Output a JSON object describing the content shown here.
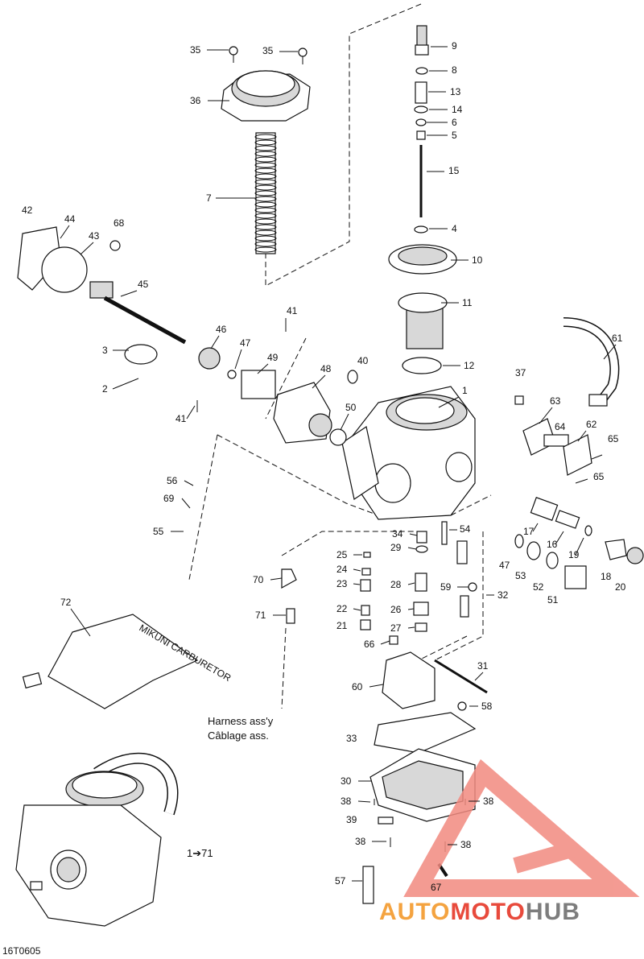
{
  "diagram": {
    "code": "16T0605",
    "harness_note_line1": "Harness ass'y",
    "harness_note_line2": "Câblage ass.",
    "range_note": "1➔71",
    "tag_72_text": "MIKUNI CARBURETOR"
  },
  "callouts": [
    {
      "id": "c35a",
      "text": "35"
    },
    {
      "id": "c35b",
      "text": "35"
    },
    {
      "id": "c36",
      "text": "36"
    },
    {
      "id": "c7",
      "text": "7"
    },
    {
      "id": "c42",
      "text": "42"
    },
    {
      "id": "c44",
      "text": "44"
    },
    {
      "id": "c43",
      "text": "43"
    },
    {
      "id": "c68",
      "text": "68"
    },
    {
      "id": "c45",
      "text": "45"
    },
    {
      "id": "c9",
      "text": "9"
    },
    {
      "id": "c8",
      "text": "8"
    },
    {
      "id": "c13",
      "text": "13"
    },
    {
      "id": "c14",
      "text": "14"
    },
    {
      "id": "c6",
      "text": "6"
    },
    {
      "id": "c5",
      "text": "5"
    },
    {
      "id": "c15",
      "text": "15"
    },
    {
      "id": "c4",
      "text": "4"
    },
    {
      "id": "c10",
      "text": "10"
    },
    {
      "id": "c11",
      "text": "11"
    },
    {
      "id": "c41a",
      "text": "41"
    },
    {
      "id": "c46",
      "text": "46"
    },
    {
      "id": "c3",
      "text": "3"
    },
    {
      "id": "c47a",
      "text": "47"
    },
    {
      "id": "c49",
      "text": "49"
    },
    {
      "id": "c2",
      "text": "2"
    },
    {
      "id": "c48",
      "text": "48"
    },
    {
      "id": "c40",
      "text": "40"
    },
    {
      "id": "c12",
      "text": "12"
    },
    {
      "id": "c61",
      "text": "61"
    },
    {
      "id": "c37",
      "text": "37"
    },
    {
      "id": "c1",
      "text": "1"
    },
    {
      "id": "c41b",
      "text": "41"
    },
    {
      "id": "c50",
      "text": "50"
    },
    {
      "id": "c63",
      "text": "63"
    },
    {
      "id": "c64",
      "text": "64"
    },
    {
      "id": "c62",
      "text": "62"
    },
    {
      "id": "c65a",
      "text": "65"
    },
    {
      "id": "c65b",
      "text": "65"
    },
    {
      "id": "c56",
      "text": "56"
    },
    {
      "id": "c69",
      "text": "69"
    },
    {
      "id": "c55",
      "text": "55"
    },
    {
      "id": "c34",
      "text": "34"
    },
    {
      "id": "c54",
      "text": "54"
    },
    {
      "id": "c25",
      "text": "25"
    },
    {
      "id": "c29",
      "text": "29"
    },
    {
      "id": "c17",
      "text": "17"
    },
    {
      "id": "c16",
      "text": "16"
    },
    {
      "id": "c19",
      "text": "19"
    },
    {
      "id": "c24",
      "text": "24"
    },
    {
      "id": "c47b",
      "text": "47"
    },
    {
      "id": "c53",
      "text": "53"
    },
    {
      "id": "c52",
      "text": "52"
    },
    {
      "id": "c18",
      "text": "18"
    },
    {
      "id": "c20",
      "text": "20"
    },
    {
      "id": "c70",
      "text": "70"
    },
    {
      "id": "c23",
      "text": "23"
    },
    {
      "id": "c28",
      "text": "28"
    },
    {
      "id": "c59",
      "text": "59"
    },
    {
      "id": "c32",
      "text": "32"
    },
    {
      "id": "c51",
      "text": "51"
    },
    {
      "id": "c22",
      "text": "22"
    },
    {
      "id": "c26",
      "text": "26"
    },
    {
      "id": "c71",
      "text": "71"
    },
    {
      "id": "c21",
      "text": "21"
    },
    {
      "id": "c27",
      "text": "27"
    },
    {
      "id": "c72",
      "text": "72"
    },
    {
      "id": "c66",
      "text": "66"
    },
    {
      "id": "c31",
      "text": "31"
    },
    {
      "id": "c60",
      "text": "60"
    },
    {
      "id": "c58",
      "text": "58"
    },
    {
      "id": "c33",
      "text": "33"
    },
    {
      "id": "c30",
      "text": "30"
    },
    {
      "id": "c38a",
      "text": "38"
    },
    {
      "id": "c38b",
      "text": "38"
    },
    {
      "id": "c39",
      "text": "39"
    },
    {
      "id": "c38c",
      "text": "38"
    },
    {
      "id": "c38d",
      "text": "38"
    },
    {
      "id": "c57",
      "text": "57"
    },
    {
      "id": "c67",
      "text": "67"
    }
  ],
  "watermark": {
    "brand_part1": "AUTO",
    "brand_part2": "MOTO",
    "brand_part3": "HUB",
    "color_orange": "#f4a340",
    "color_red": "#e84a3c",
    "color_gray": "#7d7d7d",
    "color_triangle": "#f28a80"
  },
  "colors": {
    "ink": "#111111",
    "background": "#ffffff"
  }
}
